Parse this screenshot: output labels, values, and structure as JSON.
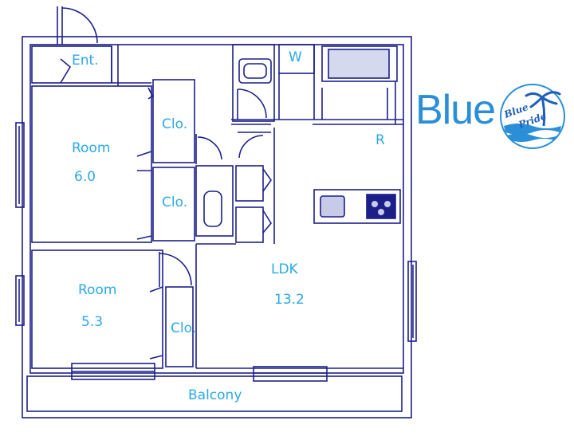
{
  "rooms": {
    "entrance": "Ent.",
    "washroom": "W",
    "refrigerator": "R",
    "room1": "Room",
    "room1_size": "6.0",
    "closet1": "Clo.",
    "closet2": "Clo.",
    "room2": "Room",
    "room2_size": "5.3",
    "closet3": "Clo.",
    "ldk": "LDK",
    "ldk_size": "13.2",
    "balcony": "Balcony"
  },
  "brand": {
    "name": "Blue",
    "logo_line1": "Blue",
    "logo_line2": "Pride",
    "color": "#2a8fd6"
  },
  "colors": {
    "wall": "#1c1f8a",
    "label": "#2aa9e6"
  }
}
